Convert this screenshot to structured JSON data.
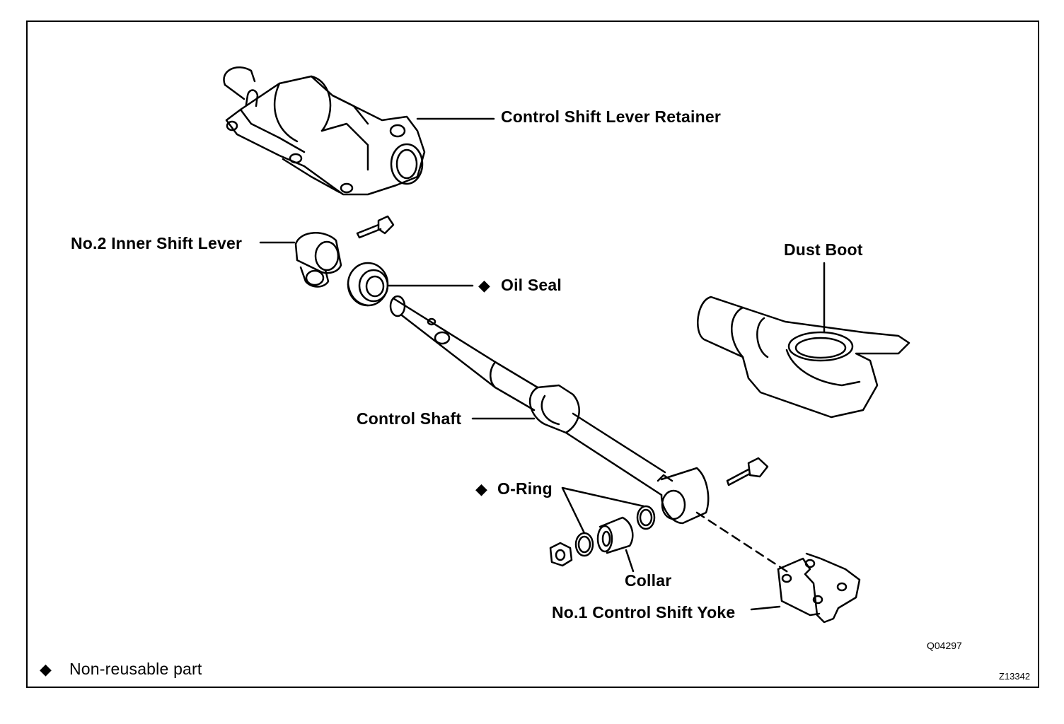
{
  "labels": {
    "control_shift_lever_retainer": "Control Shift Lever Retainer",
    "no2_inner_shift_lever": "No.2 Inner Shift Lever",
    "oil_seal": "Oil Seal",
    "dust_boot": "Dust Boot",
    "control_shaft": "Control Shaft",
    "o_ring": "O-Ring",
    "collar": "Collar",
    "no1_control_shift_yoke": "No.1 Control Shift Yoke"
  },
  "legend": {
    "symbol": "◆",
    "text": "Non-reusable part"
  },
  "codes": {
    "figure_code": "Q04297",
    "sheet_code": "Z13342"
  }
}
